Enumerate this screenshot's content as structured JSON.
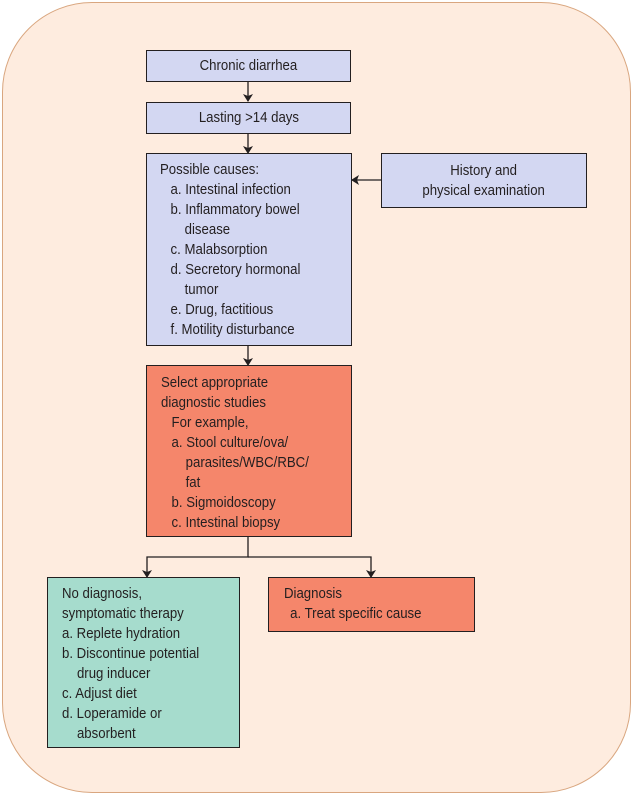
{
  "diagram": {
    "colors": {
      "background": "#feecdf",
      "frame_border": "#d9a67f",
      "blue_box": "#d3d7f2",
      "orange_box": "#f5866b",
      "teal_box": "#a6dccd",
      "line": "#231f20"
    },
    "nodes": {
      "chronic": {
        "label": "Chronic diarrhea"
      },
      "lasting": {
        "label": "Lasting >14 days"
      },
      "history": {
        "lines": [
          "History and",
          "physical examination"
        ]
      },
      "causes": {
        "title": "Possible causes:",
        "items": [
          "a. Intestinal infection",
          "b. Inflammatory bowel",
          "disease",
          "c. Malabsorption",
          "d. Secretory hormonal",
          "tumor",
          "e. Drug, factitious",
          "f. Motility disturbance"
        ]
      },
      "studies": {
        "title_lines": [
          "Select appropriate",
          "diagnostic studies"
        ],
        "subtitle": "For example,",
        "items": [
          "a. Stool culture/ova/",
          "parasites/WBC/RBC/",
          "fat",
          "b. Sigmoidoscopy",
          "c. Intestinal biopsy"
        ]
      },
      "no_diagnosis": {
        "title_lines": [
          "No diagnosis,",
          "symptomatic therapy"
        ],
        "items": [
          "a. Replete hydration",
          "b. Discontinue potential",
          "drug inducer",
          "c. Adjust diet",
          "d. Loperamide or",
          "absorbent"
        ]
      },
      "diagnosis": {
        "title": "Diagnosis",
        "items": [
          "a. Treat specific cause"
        ]
      }
    },
    "edges": [
      {
        "from": "chronic",
        "to": "lasting"
      },
      {
        "from": "lasting",
        "to": "causes"
      },
      {
        "from": "history",
        "to": "causes"
      },
      {
        "from": "causes",
        "to": "studies"
      },
      {
        "from": "studies",
        "to": "no_diagnosis"
      },
      {
        "from": "studies",
        "to": "diagnosis"
      }
    ]
  }
}
